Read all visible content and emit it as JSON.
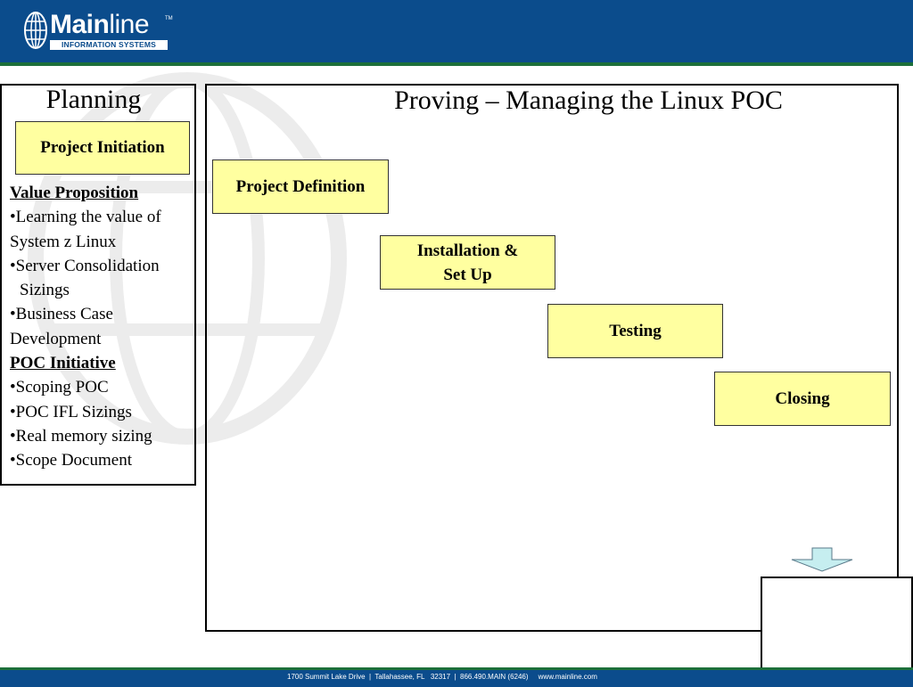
{
  "header": {
    "logo_word_bold": "Main",
    "logo_word_light": "line",
    "logo_tm": "TM",
    "logo_tagline": "INFORMATION SYSTEMS"
  },
  "planning": {
    "title": "Planning",
    "initiation_box": "Project Initiation",
    "items": [
      {
        "text": "Value Proposition",
        "type": "head"
      },
      {
        "text": "•Learning the value of",
        "type": "item"
      },
      {
        "text": "System z Linux",
        "type": "item"
      },
      {
        "text": "•Server Consolidation",
        "type": "item"
      },
      {
        "text": "Sizings",
        "type": "indent"
      },
      {
        "text": "•Business Case",
        "type": "item"
      },
      {
        "text": "Development",
        "type": "item"
      },
      {
        "text": "POC Initiative",
        "type": "head"
      },
      {
        "text": "•Scoping POC",
        "type": "item"
      },
      {
        "text": "•POC IFL Sizings",
        "type": "item"
      },
      {
        "text": "•Real memory sizing",
        "type": "item"
      },
      {
        "text": "•Scope Document",
        "type": "item"
      }
    ]
  },
  "proving": {
    "title": "Proving – Managing the Linux POC",
    "steps": {
      "definition": "Project Definition",
      "installation_line1": "Installation &",
      "installation_line2": "Set Up",
      "testing": "Testing",
      "closing": "Closing"
    }
  },
  "footer": {
    "text": "1700 Summit Lake Drive  |  Tallahassee, FL   32317  |  866.490.MAIN (6246)     www.mainline.com"
  },
  "colors": {
    "header_blue": "#0b4c8c",
    "accent_green": "#1c6f3a",
    "step_fill": "#ffffa0",
    "arrow_fill": "#c6eef0"
  }
}
